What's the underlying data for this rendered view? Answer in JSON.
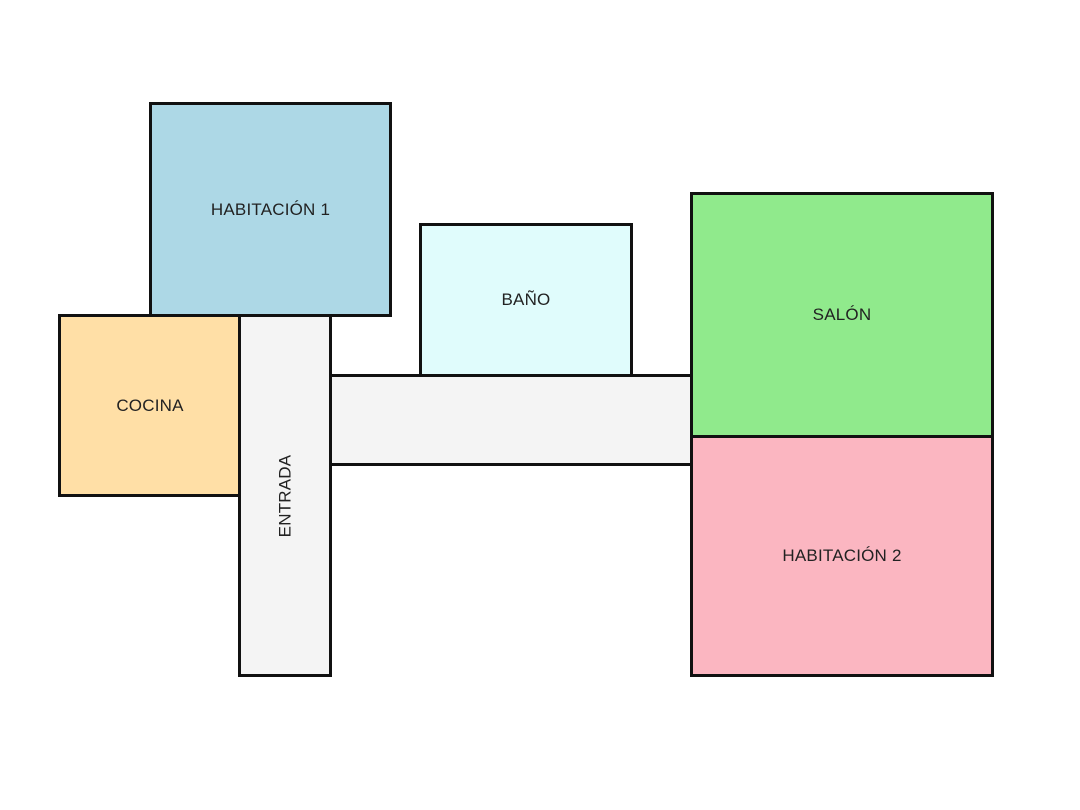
{
  "rooms": {
    "habitacion_1": {
      "label": "HABITACIÓN 1",
      "color": "#add8e6"
    },
    "cocina": {
      "label": "COCINA",
      "color": "#ffdfa6"
    },
    "entrada": {
      "label": "ENTRADA",
      "color": "#f4f4f4"
    },
    "pasillo": {
      "label": "",
      "color": "#f4f4f4"
    },
    "bano": {
      "label": "BAÑO",
      "color": "#e0fcfc"
    },
    "salon": {
      "label": "SALÓN",
      "color": "#90ea8c"
    },
    "habitacion_2": {
      "label": "HABITACIÓN 2",
      "color": "#fbb6c1"
    }
  }
}
